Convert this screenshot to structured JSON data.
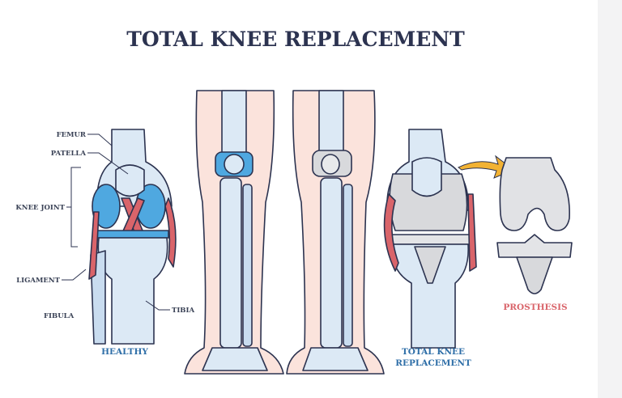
{
  "title": "TOTAL KNEE REPLACEMENT",
  "labels": {
    "femur": "FEMUR",
    "patella": "PATELLA",
    "knee_joint": "KNEE JOINT",
    "ligament": "LIGAMENT",
    "fibula": "FIBULA",
    "tibia": "TIBIA"
  },
  "captions": {
    "healthy": "HEALTHY",
    "tkr_line1": "TOTAL KNEE",
    "tkr_line2": "REPLACEMENT",
    "prosthesis": "PROSTHESIS"
  },
  "colors": {
    "bone": "#dce9f5",
    "bone_shade": "#a9c6e2",
    "cartilage": "#4fa8e0",
    "ligament": "#d9646a",
    "skin": "#fbe3dc",
    "metal": "#d8d9dc",
    "arrow": "#f2b233",
    "title": "#2c3350"
  }
}
